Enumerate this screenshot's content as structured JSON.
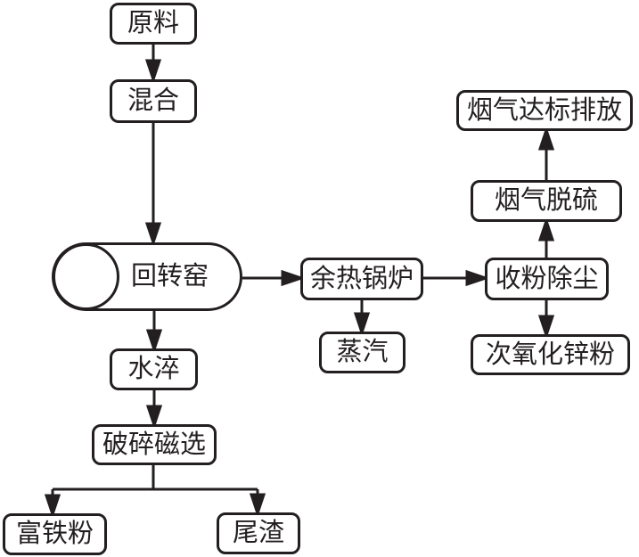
{
  "diagram": {
    "type": "process-flowchart",
    "language": "zh-CN",
    "colors": {
      "ink": "#231f20",
      "background": "#ffffff"
    },
    "nodes": {
      "raw_material": {
        "label": "原料",
        "shape": "rounded-rect"
      },
      "mixing": {
        "label": "混合",
        "shape": "rounded-rect"
      },
      "rotary_kiln": {
        "label": "回转窑",
        "shape": "cylinder"
      },
      "waste_heat_boiler": {
        "label": "余热锅炉",
        "shape": "rounded-rect"
      },
      "steam": {
        "label": "蒸汽",
        "shape": "rounded-rect"
      },
      "flue_gas_emission": {
        "label": "烟气达标排放",
        "shape": "rounded-rect"
      },
      "flue_gas_desulfurization": {
        "label": "烟气脱硫",
        "shape": "rounded-rect"
      },
      "dust_collection": {
        "label": "收粉除尘",
        "shape": "rounded-rect"
      },
      "zinc_oxide_powder": {
        "label": "次氧化锌粉",
        "shape": "rounded-rect"
      },
      "water_quenching": {
        "label": "水淬",
        "shape": "rounded-rect"
      },
      "crushing_magnetic": {
        "label": "破碎磁选",
        "shape": "rounded-rect"
      },
      "iron_rich_powder": {
        "label": "富铁粉",
        "shape": "rounded-rect"
      },
      "tailings": {
        "label": "尾渣",
        "shape": "rounded-rect"
      }
    },
    "edges": [
      {
        "from": "原料",
        "to": "混合"
      },
      {
        "from": "混合",
        "to": "回转窑"
      },
      {
        "from": "回转窑",
        "to": "余热锅炉"
      },
      {
        "from": "余热锅炉",
        "to": "蒸汽"
      },
      {
        "from": "余热锅炉",
        "to": "收粉除尘"
      },
      {
        "from": "收粉除尘",
        "to": "烟气脱硫"
      },
      {
        "from": "烟气脱硫",
        "to": "烟气达标排放"
      },
      {
        "from": "收粉除尘",
        "to": "次氧化锌粉"
      },
      {
        "from": "回转窑",
        "to": "水淬"
      },
      {
        "from": "水淬",
        "to": "破碎磁选"
      },
      {
        "from": "破碎磁选",
        "to": "富铁粉"
      },
      {
        "from": "破碎磁选",
        "to": "尾渣"
      }
    ]
  }
}
